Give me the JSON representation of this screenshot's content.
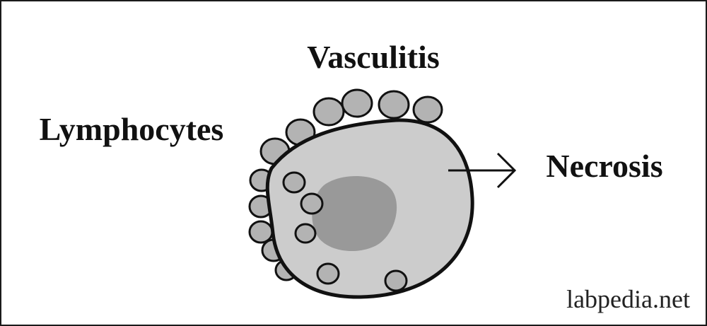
{
  "labels": {
    "title": "Vasculitis",
    "left": "Lymphocytes",
    "right": "Necrosis"
  },
  "watermark": "labpedia.net",
  "colors": {
    "border": "#1a1a1a",
    "vessel_fill": "#cccccc",
    "core_fill": "#999999",
    "lymphocyte_fill": "#b3b3b3",
    "stroke": "#111111"
  }
}
